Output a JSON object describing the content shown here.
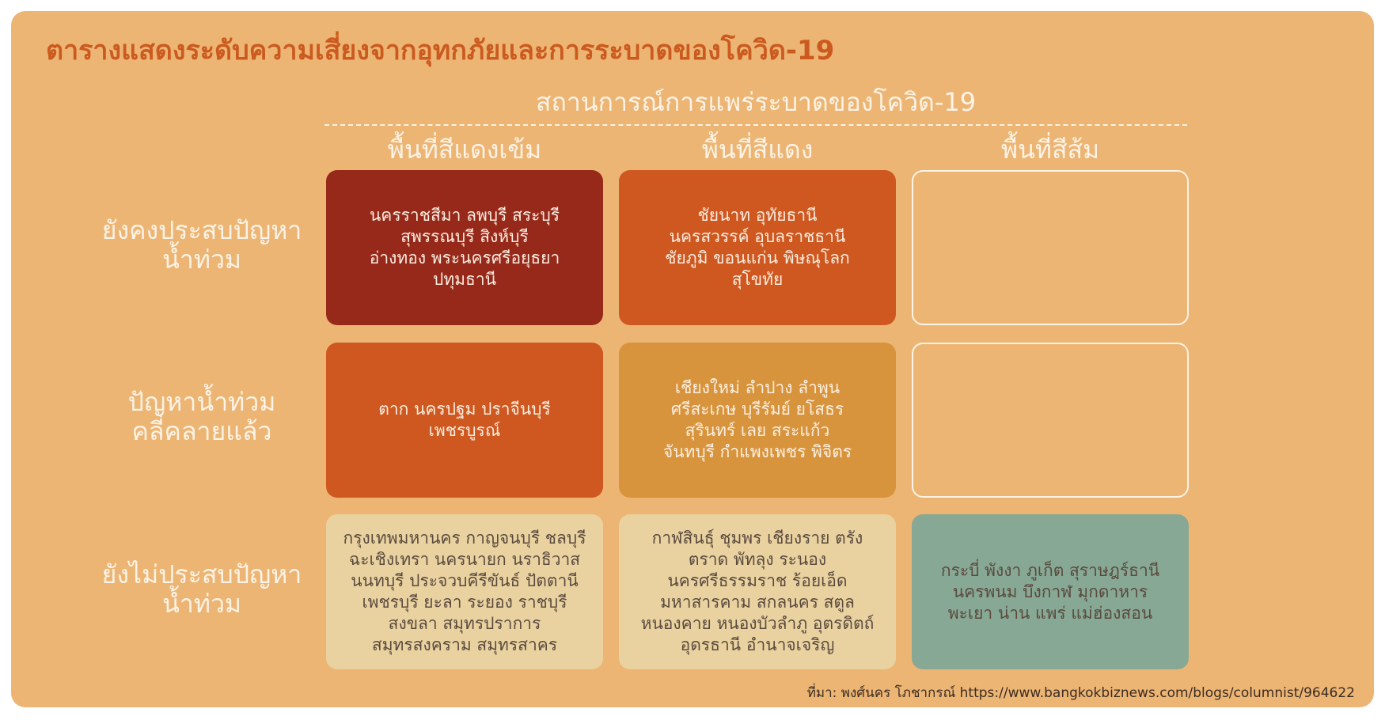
{
  "title": "ตารางแสดงระดับความเสี่ยงจากอุทกภัยและการระบาดของโควิด-19",
  "subtitle": "สถานการณ์การแพร่ระบาดของโควิด-19",
  "columns": [
    "พื้นที่สีแดงเข้ม",
    "พื้นที่สีแดง",
    "พื้นที่สีส้ม"
  ],
  "rows": [
    {
      "label": [
        "ยังคงประสบปัญหา",
        "น้ำท่วม"
      ]
    },
    {
      "label": [
        "ปัญหาน้ำท่วม",
        "คลี่คลายแล้ว"
      ]
    },
    {
      "label": [
        "ยังไม่ประสบปัญหา",
        "น้ำท่วม"
      ]
    }
  ],
  "cells": [
    [
      {
        "color": "#97291b",
        "lines": [
          "นครราชสีมา ลพบุรี สระบุรี",
          "สุพรรณบุรี สิงห์บุรี",
          "อ่างทอง พระนครศรีอยุธยา",
          "ปทุมธานี"
        ]
      },
      {
        "color": "#cf5820",
        "lines": [
          "ชัยนาท อุทัยธานี",
          "นครสวรรค์ อุบลราชธานี",
          "ชัยภูมิ ขอนแก่น พิษณุโลก",
          "สุโขทัย"
        ]
      },
      {
        "color": "transparent",
        "lines": []
      }
    ],
    [
      {
        "color": "#cf5820",
        "lines": [
          "ตาก นครปฐม ปราจีนบุรี",
          "เพชรบูรณ์"
        ]
      },
      {
        "color": "#d8943d",
        "lines": [
          "เชียงใหม่ ลำปาง ลำพูน",
          "ศรีสะเกษ บุรีรัมย์ ยโสธร",
          "สุรินทร์ เลย สระแก้ว",
          "จันทบุรี กำแพงเพชร พิจิตร"
        ]
      },
      {
        "color": "transparent",
        "lines": []
      }
    ],
    [
      {
        "color": "#e9d2a0",
        "lines": [
          "กรุงเทพมหานคร กาญจนบุรี ชลบุรี",
          "ฉะเชิงเทรา นครนายก นราธิวาส",
          "นนทบุรี ประจวบคีรีขันธ์ ปัตตานี",
          "เพชรบุรี ยะลา ระยอง ราชบุรี",
          "สงขลา สมุทรปราการ",
          "สมุทรสงคราม สมุทรสาคร"
        ]
      },
      {
        "color": "#e9d2a0",
        "lines": [
          "กาฬสินธุ์ ชุมพร เชียงราย ตรัง",
          "ตราด พัทลุง ระนอง",
          "นครศรีธรรมราช ร้อยเอ็ด",
          "มหาสารคาม สกลนคร สตูล",
          "หนองคาย หนองบัวลำภู อุตรดิตถ์",
          "อุดรธานี อำนาจเจริญ"
        ]
      },
      {
        "color": "#87a895",
        "lines": [
          "กระบี่ พังงา ภูเก็ต สุราษฎร์ธานี",
          "นครพนม บึงกาฬ มุกดาหาร",
          "พะเยา น่าน แพร่ แม่ฮ่องสอน"
        ]
      }
    ]
  ],
  "source": "ที่มา: พงศ์นคร โภชากรณ์ https://www.bangkokbiznews.com/blogs/columnist/964622"
}
